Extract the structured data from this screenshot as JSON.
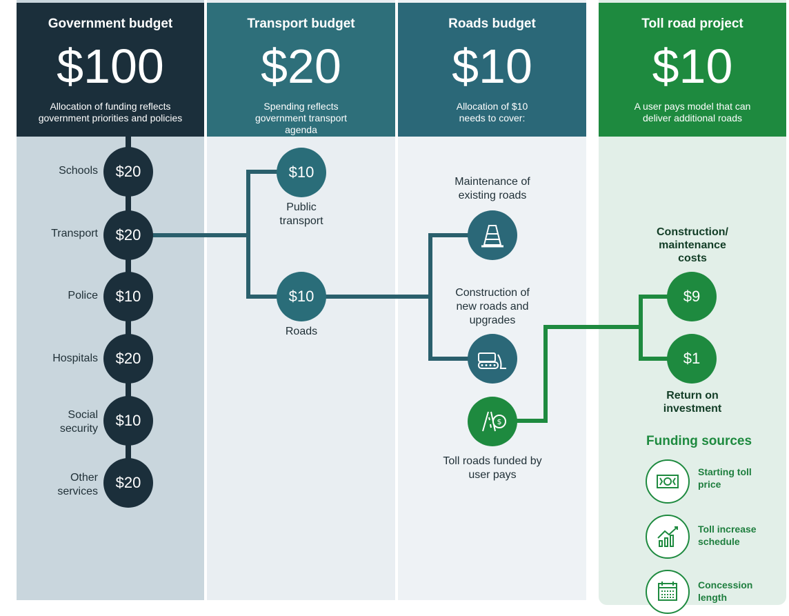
{
  "colors": {
    "gov_dark": "#1b2f3b",
    "transport_teal": "#2e6f7a",
    "roads_teal": "#2b6878",
    "toll_green": "#1e8a3f",
    "gov_bg": "#c9d6dd",
    "transport_bg": "#e9eef2",
    "roads_bg": "#eef2f5",
    "toll_bg": "#e2efe8"
  },
  "columns": {
    "government": {
      "title": "Government budget",
      "amount": "$100",
      "description": "Allocation of funding reflects government priorities and policies",
      "items": [
        {
          "label": "Schools",
          "amount": "$20"
        },
        {
          "label": "Transport",
          "amount": "$20"
        },
        {
          "label": "Police",
          "amount": "$10"
        },
        {
          "label": "Hospitals",
          "amount": "$20"
        },
        {
          "label": "Social security",
          "amount": "$10"
        },
        {
          "label": "Other services",
          "amount": "$20"
        }
      ]
    },
    "transport": {
      "title": "Transport budget",
      "amount": "$20",
      "description": "Spending reflects government transport agenda",
      "items": [
        {
          "label": "Public transport",
          "amount": "$10"
        },
        {
          "label": "Roads",
          "amount": "$10"
        }
      ]
    },
    "roads": {
      "title": "Roads budget",
      "amount": "$10",
      "description": "Allocation of $10 needs to cover:",
      "items": [
        {
          "label": "Maintenance of existing roads",
          "icon": "traffic-cone-icon"
        },
        {
          "label": "Construction of new roads and upgrades",
          "icon": "bulldozer-icon"
        },
        {
          "label": "Toll roads funded by user pays",
          "icon": "toll-road-icon"
        }
      ]
    },
    "toll": {
      "title": "Toll road project",
      "amount": "$10",
      "description": "A user pays model that can deliver additional roads",
      "items": [
        {
          "label": "Construction/ maintenance costs",
          "amount": "$9"
        },
        {
          "label": "Return on investment",
          "amount": "$1"
        }
      ],
      "funding_title": "Funding sources",
      "funding_sources": [
        {
          "label": "Starting toll price",
          "icon": "money-note-icon"
        },
        {
          "label": "Toll increase schedule",
          "icon": "growth-chart-icon"
        },
        {
          "label": "Concession length",
          "icon": "calendar-icon"
        }
      ]
    }
  }
}
